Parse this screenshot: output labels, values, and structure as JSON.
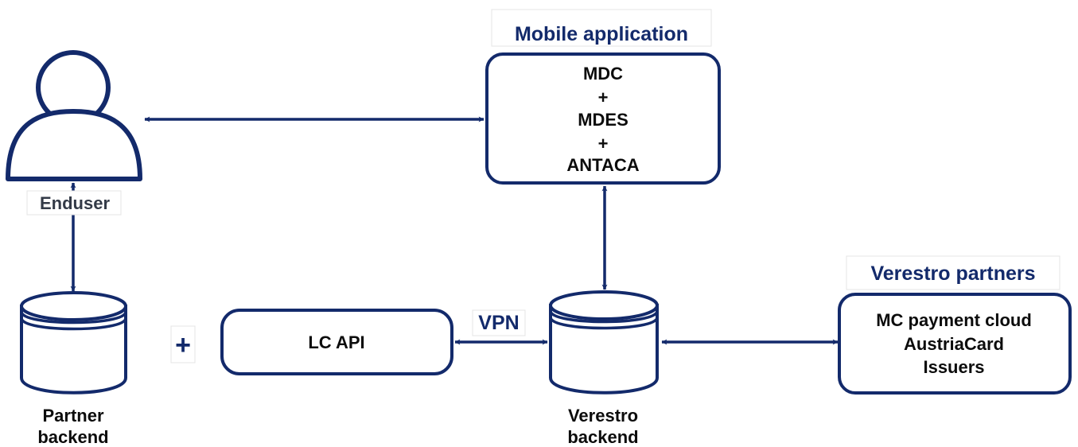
{
  "colors": {
    "primary": "#132a6b",
    "text": "#0c0c0c",
    "label_grey": "#333a47"
  },
  "nodes": {
    "enduser": {
      "label": "Enduser",
      "icon": "user-icon"
    },
    "mobile_app": {
      "title": "Mobile application",
      "lines": [
        "MDC",
        "+",
        "MDES",
        "+",
        "ANTACA"
      ]
    },
    "partner_backend": {
      "line1": "Partner",
      "line2": "backend",
      "icon": "database-icon"
    },
    "plus_sign": "+",
    "lc_api": {
      "label": "LC API"
    },
    "vpn": {
      "label": "VPN"
    },
    "verestro_backend": {
      "line1": "Verestro",
      "line2": "backend",
      "icon": "database-icon"
    },
    "verestro_partners": {
      "title": "Verestro partners",
      "lines": [
        "MC payment cloud",
        "AustriaCard",
        "Issuers"
      ]
    }
  },
  "edges": [
    {
      "from": "enduser",
      "to": "mobile_app",
      "direction": "both"
    },
    {
      "from": "enduser",
      "to": "partner_backend",
      "direction": "both"
    },
    {
      "from": "mobile_app",
      "to": "verestro_backend",
      "direction": "both"
    },
    {
      "from": "lc_api",
      "to": "verestro_backend",
      "direction": "both",
      "label": "VPN"
    },
    {
      "from": "verestro_backend",
      "to": "verestro_partners",
      "direction": "both"
    }
  ]
}
